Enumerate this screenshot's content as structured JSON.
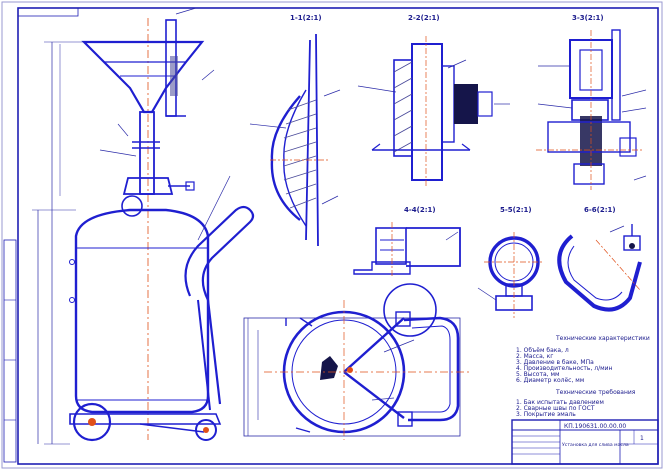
{
  "colors": {
    "frame": "#1f1fb4",
    "outline": "#1f1fd0",
    "thin": "#2a2aa8",
    "axis": "#e0501a",
    "hatch": "#4a4a9a",
    "dark": "#15154a",
    "paper": "#ffffff"
  },
  "views": {
    "section_1": "1-1(2:1)",
    "section_2": "2-2(2:1)",
    "section_3": "3-3(2:1)",
    "section_4": "4-4(2:1)",
    "section_5": "5-5(2:1)",
    "section_6": "6-6(2:1)"
  },
  "notes": {
    "heading": "Технические характеристики",
    "lines": [
      "1. Объём бака, л",
      "2. Масса, кг",
      "3. Давление в баке, МПа",
      "4. Производительность, л/мин",
      "5. Высота, мм",
      "6. Диаметр колёс, мм"
    ],
    "tech_heading": "Технические требования",
    "tech_lines": [
      "1. Бак испытать давлением",
      "2. Сварные швы по ГОСТ",
      "3. Покрытие эмаль"
    ]
  },
  "title_block": {
    "doc_code": "КП.190631.00.00.00",
    "name": "Установка для слива масла",
    "sheet": "1"
  }
}
